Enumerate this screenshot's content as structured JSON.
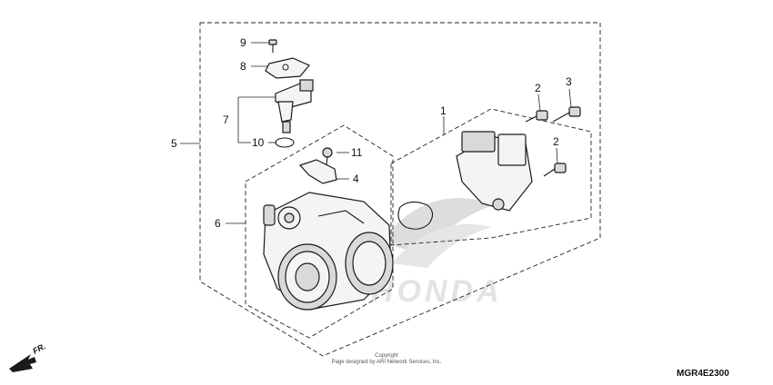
{
  "diagram": {
    "callouts": [
      {
        "id": "9",
        "label": "9"
      },
      {
        "id": "8",
        "label": "8"
      },
      {
        "id": "7",
        "label": "7"
      },
      {
        "id": "10",
        "label": "10"
      },
      {
        "id": "5",
        "label": "5"
      },
      {
        "id": "11",
        "label": "11"
      },
      {
        "id": "4",
        "label": "4"
      },
      {
        "id": "6",
        "label": "6"
      },
      {
        "id": "1",
        "label": "1"
      },
      {
        "id": "2a",
        "label": "2"
      },
      {
        "id": "3",
        "label": "3"
      },
      {
        "id": "2b",
        "label": "2"
      }
    ],
    "copyright_line1": "Copyright",
    "copyright_line2": "Page designed by ARI Network Services, Inc.",
    "direction_label": "FR.",
    "diagram_code": "MGR4E2300",
    "colors": {
      "line": "#1a1a1a",
      "watermark": "#b5b5b5",
      "background": "#ffffff"
    }
  }
}
